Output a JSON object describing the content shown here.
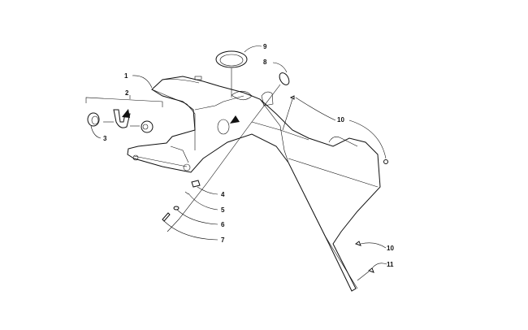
{
  "diagram": {
    "callouts": [
      {
        "id": "1"
      },
      {
        "id": "2"
      },
      {
        "id": "3"
      },
      {
        "id": "4"
      },
      {
        "id": "5"
      },
      {
        "id": "6"
      },
      {
        "id": "7"
      },
      {
        "id": "8"
      },
      {
        "id": "9"
      },
      {
        "id": "10"
      },
      {
        "id": "10"
      },
      {
        "id": "11"
      }
    ]
  }
}
